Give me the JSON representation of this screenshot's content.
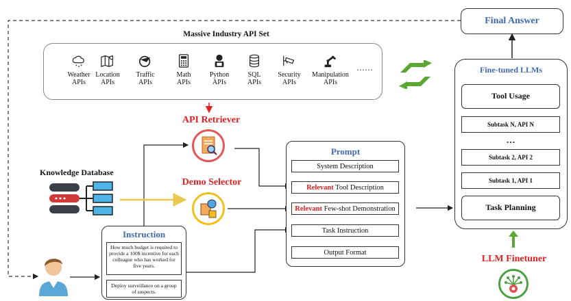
{
  "final_answer": "Final Answer",
  "api_set": {
    "title": "Massive Industry API Set",
    "items": [
      {
        "label": "Weather\nAPIs",
        "icon": "weather-icon"
      },
      {
        "label": "Location\nAPIs",
        "icon": "map-icon"
      },
      {
        "label": "Traffic\nAPIs",
        "icon": "traffic-icon"
      },
      {
        "label": "Math\nAPIs",
        "icon": "calculator-icon"
      },
      {
        "label": "Python\nAPIs",
        "icon": "programmer-icon"
      },
      {
        "label": "SQL\nAPIs",
        "icon": "database-icon"
      },
      {
        "label": "Security\nAPIs",
        "icon": "camera-icon"
      },
      {
        "label": "Manipulation\nAPIs",
        "icon": "robot-arm-icon"
      }
    ],
    "ellipsis": "……"
  },
  "api_retriever": "API Retriever",
  "demo_selector": "Demo Selector",
  "knowledge_db": "Knowledge Database",
  "instruction": {
    "title": "Instruction",
    "q1": "How much budget is required to provide a 100$ incentive for each colleague who has worked for five years.",
    "q2": "Deploy surveillance on a group of suspects."
  },
  "prompt": {
    "title": "Prompt",
    "system": "System Description",
    "relevant": "Relevant",
    "tool_desc": " Tool Description",
    "fewshot": " Few-shot Demonstration",
    "task_instruction": "Task Instruction",
    "output_format": "Output Format"
  },
  "llms": {
    "title": "Fine-tuned LLMs",
    "tool_usage": "Tool Usage",
    "sub_n": "Subtask N, API N",
    "dots": "…",
    "sub_2": "Subtask 2, API 2",
    "sub_1": "Subtask 1, API 1",
    "task_planning": "Task Planning"
  },
  "finetuner": "LLM Finetuner",
  "colors": {
    "blue": "#3d6ab3",
    "red": "#e02020",
    "green": "#5aa832"
  }
}
